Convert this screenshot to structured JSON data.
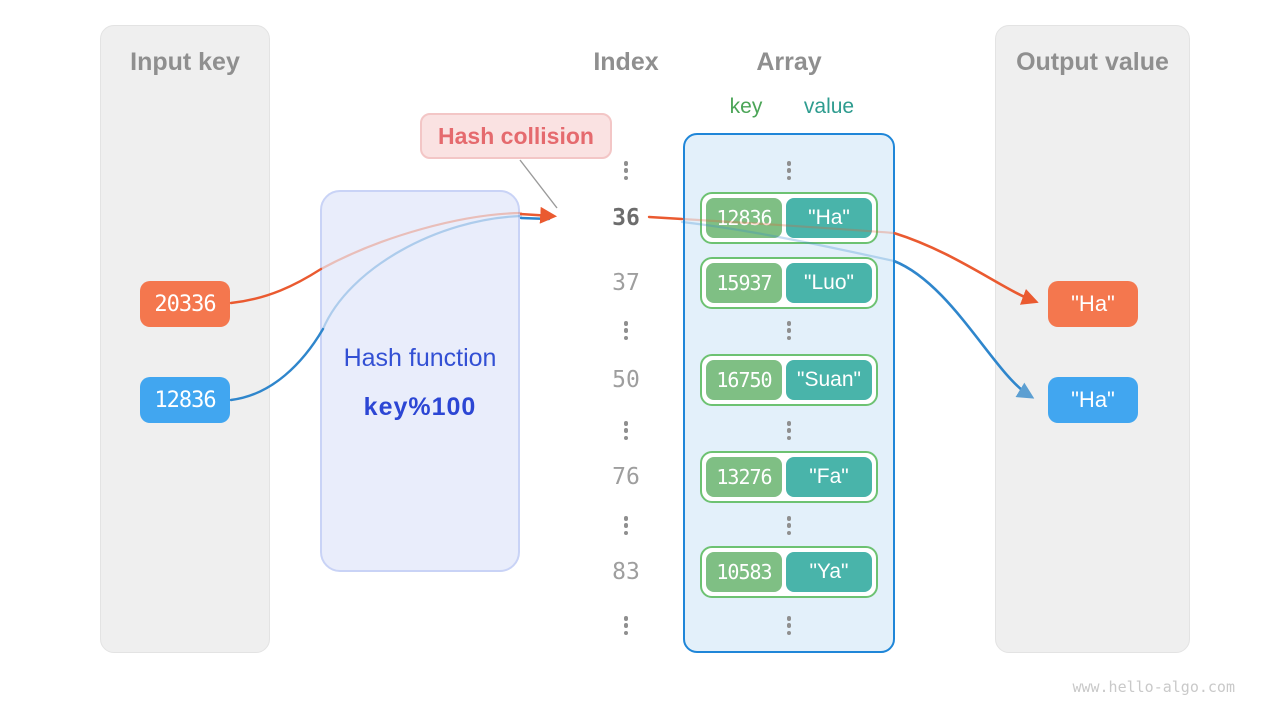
{
  "watermark": "www.hello-algo.com",
  "colors": {
    "orange_box": "#f4774e",
    "blue_box": "#41a6f0",
    "orange_arrow": "#ea5a30",
    "blue_arrow": "#2f86cc",
    "green_pill": "#7fbf84",
    "teal_pill": "#49b4aa",
    "pair_border": "#6dc272",
    "array_border": "#1f86d8",
    "hash_text": "#3350d4",
    "collision_text": "#e56a6e",
    "panel_bg": "#efefef",
    "array_bg": "#e3f0fa",
    "hash_bg": "#e9edfb"
  },
  "input_panel": {
    "title": "Input key",
    "keys": [
      {
        "label": "20336",
        "color": "#f4774e"
      },
      {
        "label": "12836",
        "color": "#41a6f0"
      }
    ]
  },
  "hash_function": {
    "line1": "Hash function",
    "line2": "key%100"
  },
  "collision": {
    "label": "Hash collision"
  },
  "index_column": {
    "title": "Index",
    "items": [
      {
        "text": "⋮",
        "type": "dots"
      },
      {
        "text": "36",
        "type": "highlight"
      },
      {
        "text": "37",
        "type": "normal"
      },
      {
        "text": "⋮",
        "type": "dots"
      },
      {
        "text": "50",
        "type": "normal"
      },
      {
        "text": "⋮",
        "type": "dots"
      },
      {
        "text": "76",
        "type": "normal"
      },
      {
        "text": "⋮",
        "type": "dots"
      },
      {
        "text": "83",
        "type": "normal"
      },
      {
        "text": "⋮",
        "type": "dots"
      }
    ]
  },
  "array_panel": {
    "title": "Array",
    "key_label": "key",
    "value_label": "value",
    "rows": [
      {
        "key": "12836",
        "value": "\"Ha\""
      },
      {
        "key": "15937",
        "value": "\"Luo\""
      },
      {
        "key": "16750",
        "value": "\"Suan\""
      },
      {
        "key": "13276",
        "value": "\"Fa\""
      },
      {
        "key": "10583",
        "value": "\"Ya\""
      }
    ]
  },
  "output_panel": {
    "title": "Output value",
    "values": [
      {
        "label": "\"Ha\"",
        "color": "#f4774e"
      },
      {
        "label": "\"Ha\"",
        "color": "#41a6f0"
      }
    ]
  }
}
